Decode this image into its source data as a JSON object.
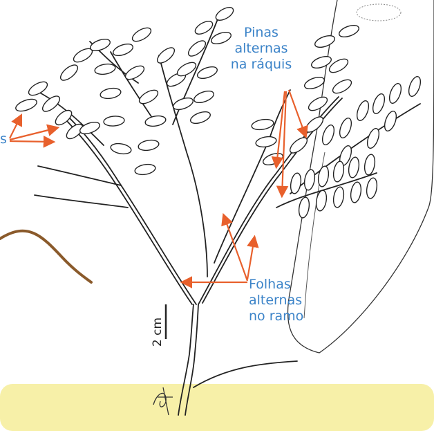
{
  "labels": {
    "pinas": [
      "Pinas",
      "alternas",
      "na ráquis"
    ],
    "folhas": [
      "Folhas",
      "alternas",
      "no ramo"
    ],
    "scale": "2 cm",
    "left_fragment": "s"
  },
  "colors": {
    "arrow": "#e8602c",
    "label": "#3b83c8",
    "band": "#f7f0a8",
    "ink": "#222222",
    "stem_left": "#8a5a2b"
  }
}
